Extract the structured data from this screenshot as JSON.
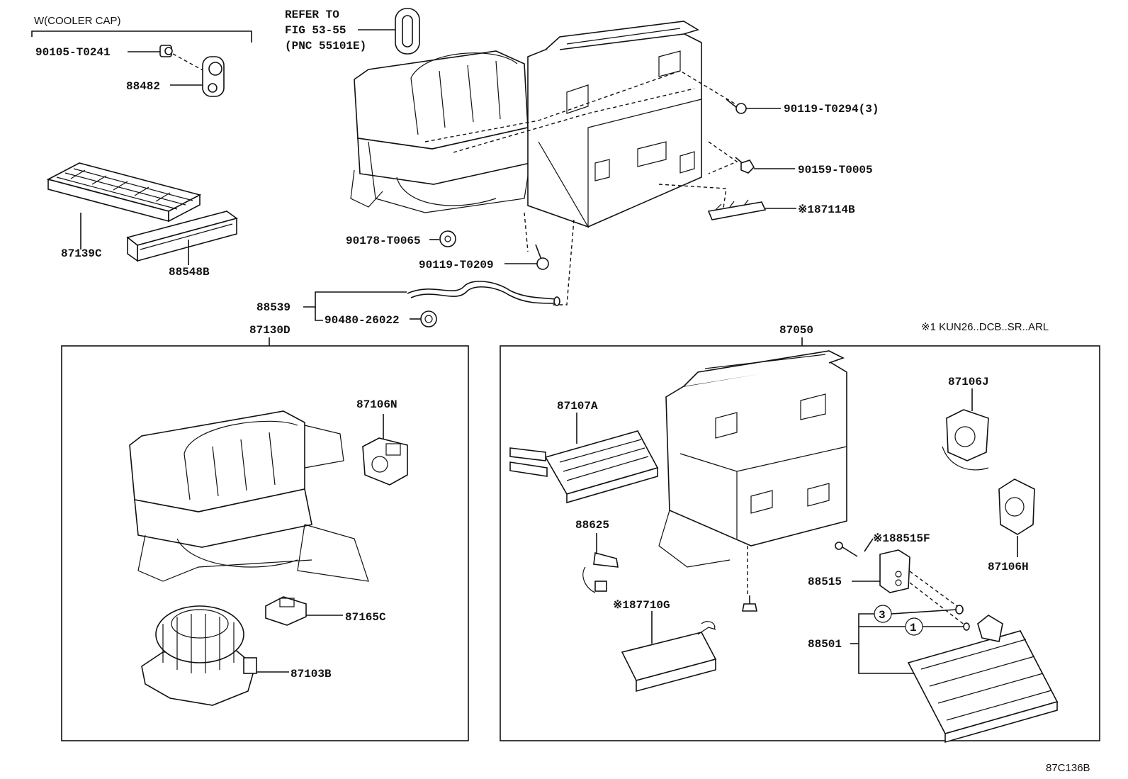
{
  "diagram_id": "87C136B",
  "group_note": "W(COOLER CAP)",
  "refer_note": [
    "REFER TO",
    "FIG 53-55",
    "(PNC 55101E)"
  ],
  "footnote": "※1 KUN26..DCB..SR..ARL",
  "labels": {
    "p90105": "90105-T0241",
    "p88482": "88482",
    "p87139c": "87139C",
    "p88548b": "88548B",
    "p90178": "90178-T0065",
    "p90119_209": "90119-T0209",
    "p88539": "88539",
    "p90480": "90480-26022",
    "p87130d": "87130D",
    "p90119_294": "90119-T0294(3)",
    "p90159": "90159-T0005",
    "p87114b": "※187114B",
    "p87050": "87050",
    "p87106n": "87106N",
    "p87165c": "87165C",
    "p87103b": "87103B",
    "p87107a": "87107A",
    "p88625": "88625",
    "p87710g": "※187710G",
    "p87106j": "87106J",
    "p87106h": "87106H",
    "p88515f": "※188515F",
    "p88515": "88515",
    "p88501": "88501",
    "c3": "3",
    "c1": "1"
  }
}
